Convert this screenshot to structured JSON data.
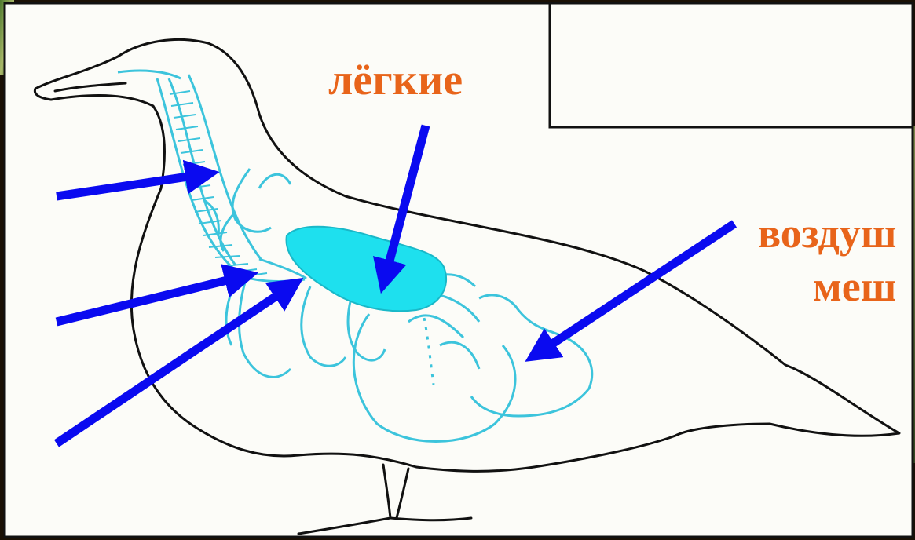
{
  "labels": {
    "lungs": "лёгкие",
    "air_sacs_line1": "воздуш",
    "air_sacs_line2": "меш"
  },
  "colors": {
    "label": "#e8641a",
    "arrow": "#0a0af0",
    "lung_fill": "#1ee0ee",
    "organ_outline": "#3cc4dc",
    "body_outline": "#111111",
    "background": "#fcfcf8",
    "dark_frame": "#1a1005"
  },
  "icons": {
    "corner_tl": "foliage-corner-icon",
    "corner_tr": "foliage-corner-icon"
  }
}
